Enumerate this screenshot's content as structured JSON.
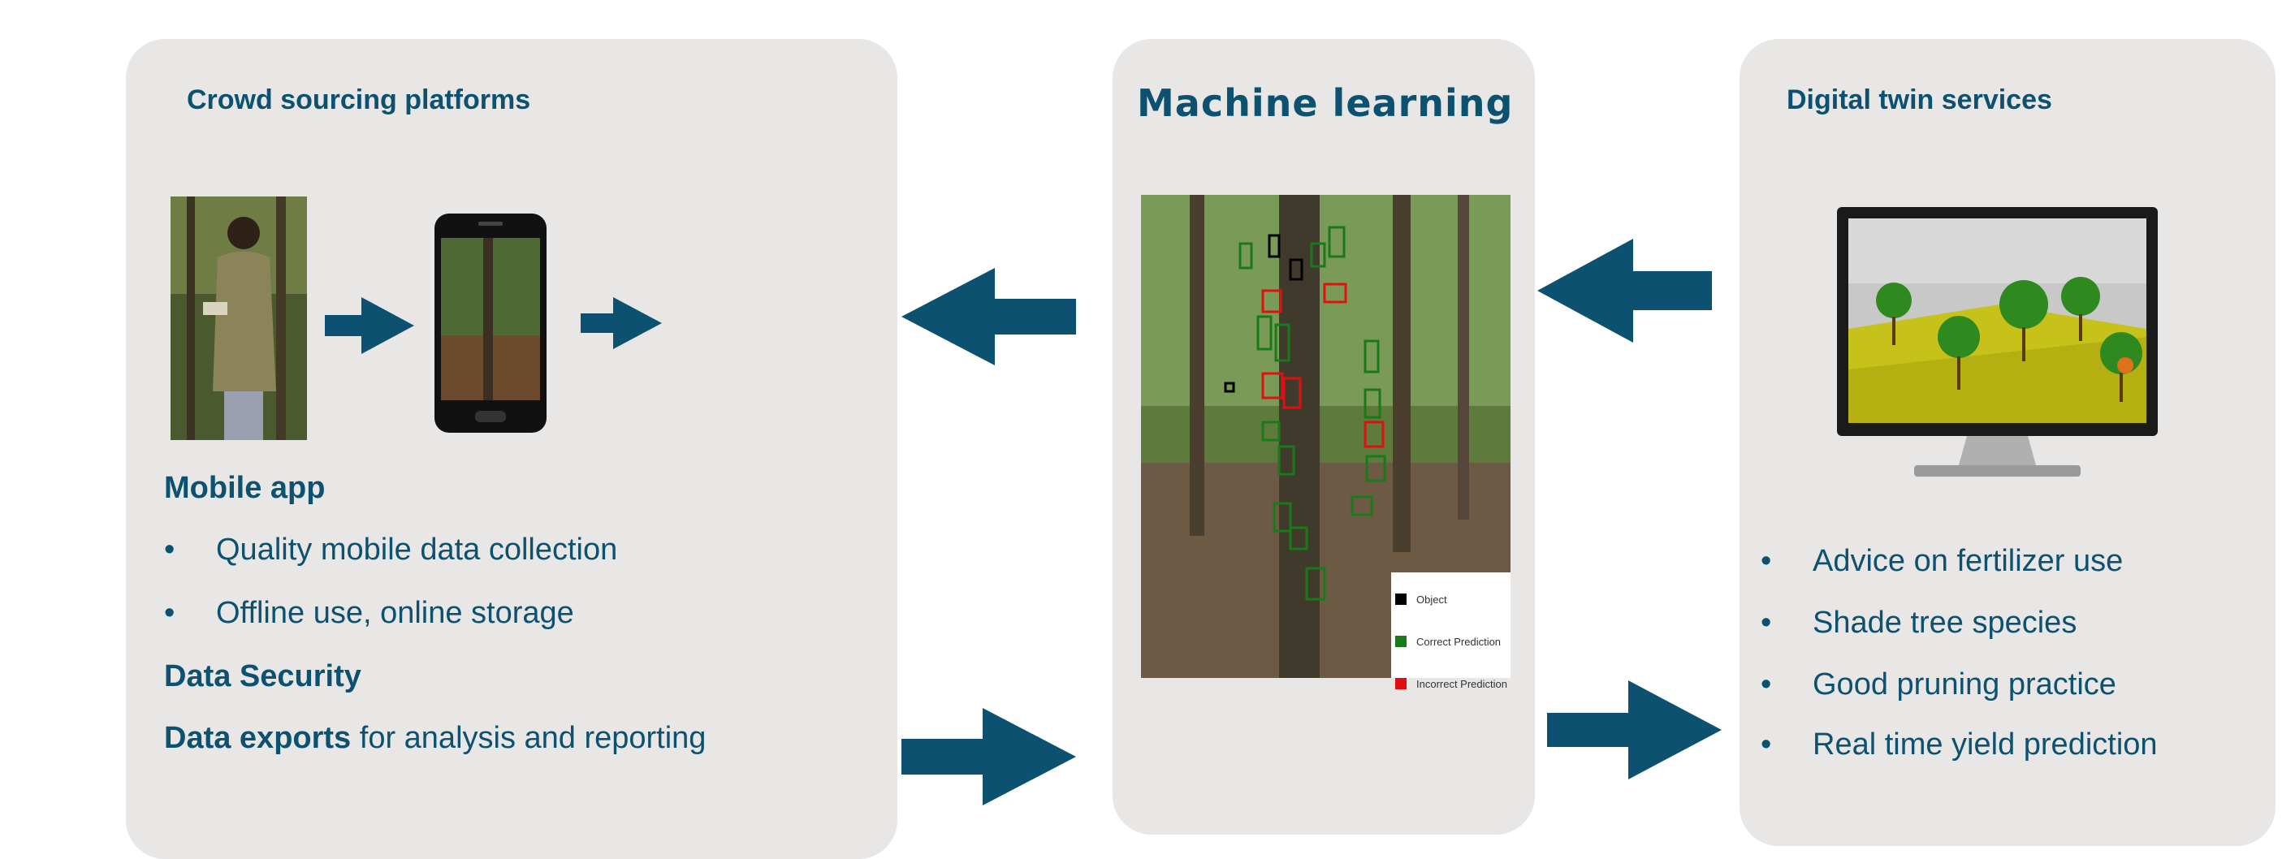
{
  "crowd": {
    "title": "Crowd sourcing platforms",
    "mobile_app": "Mobile app",
    "bullets": [
      "Quality mobile data collection",
      "Offline use, online storage"
    ],
    "data_security": "Data Security",
    "data_exports_bold": "Data exports",
    "data_exports_rest": " for analysis and reporting"
  },
  "ml": {
    "title": "Machine learning",
    "legend": [
      "Object",
      "Correct Prediction",
      "Incorrect Prediction"
    ],
    "legend_colors": [
      "#000000",
      "#1a7a1a",
      "#e01010"
    ]
  },
  "twin": {
    "title": "Digital twin services",
    "bullets": [
      "Advice on fertilizer use",
      "Shade tree species",
      "Good pruning practice",
      "Real time yield prediction"
    ]
  },
  "colors": {
    "accent": "#0d5170",
    "panel": "#e8e7e6"
  }
}
